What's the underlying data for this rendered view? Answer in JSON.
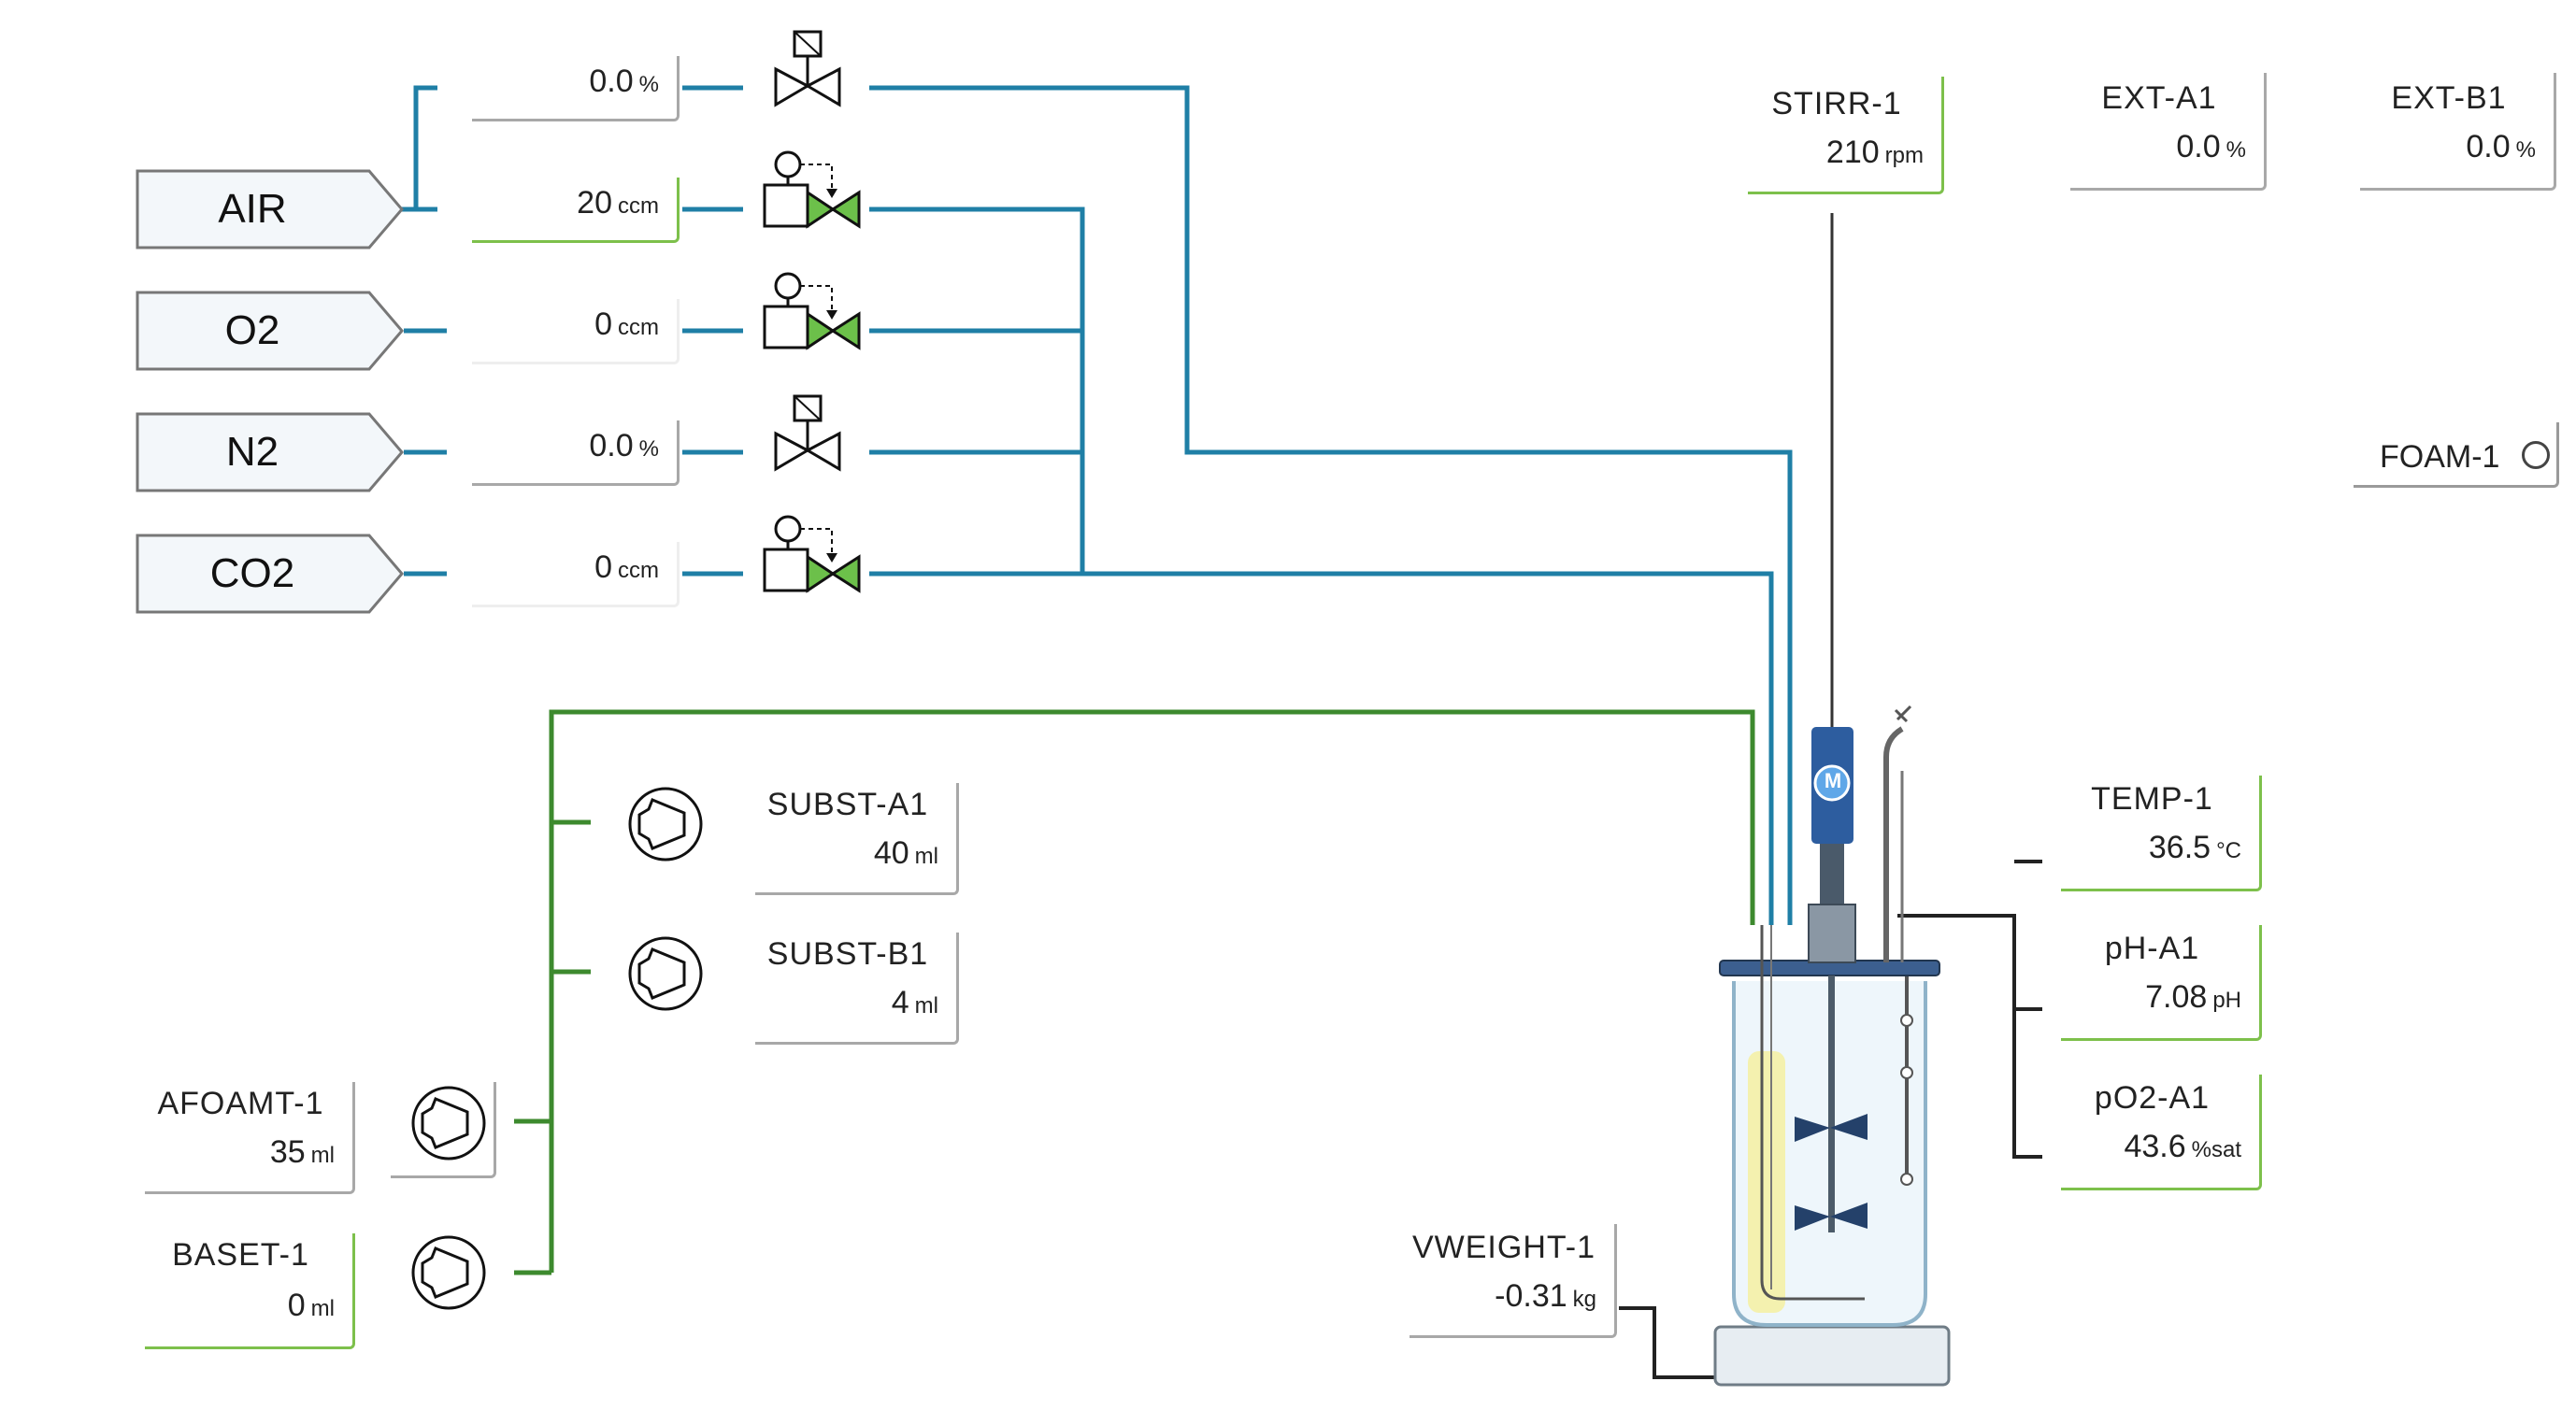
{
  "gas_sources": [
    {
      "id": "air",
      "label": "AIR"
    },
    {
      "id": "o2",
      "label": "O2"
    },
    {
      "id": "n2",
      "label": "N2"
    },
    {
      "id": "co2",
      "label": "CO2"
    }
  ],
  "gas_readouts": [
    {
      "value": "0.0",
      "unit": "%"
    },
    {
      "value": "20",
      "unit": "ccm"
    },
    {
      "value": "0",
      "unit": "ccm"
    },
    {
      "value": "0.0",
      "unit": "%"
    },
    {
      "value": "0",
      "unit": "ccm"
    }
  ],
  "stirrer": {
    "title": "STIRR-1",
    "value": "210",
    "unit": "rpm"
  },
  "ext_a1": {
    "title": "EXT-A1",
    "value": "0.0",
    "unit": "%"
  },
  "ext_b1": {
    "title": "EXT-B1",
    "value": "0.0",
    "unit": "%"
  },
  "foam": {
    "title": "FOAM-1"
  },
  "subst_a1": {
    "title": "SUBST-A1",
    "value": "40",
    "unit": "ml"
  },
  "subst_b1": {
    "title": "SUBST-B1",
    "value": "4",
    "unit": "ml"
  },
  "afoamt": {
    "title": "AFOAMT-1",
    "value": "35",
    "unit": "ml"
  },
  "baset": {
    "title": "BASET-1",
    "value": "0",
    "unit": "ml"
  },
  "temp": {
    "title": "TEMP-1",
    "value": "36.5",
    "unit": "°C"
  },
  "ph": {
    "title": "pH-A1",
    "value": "7.08",
    "unit": "pH"
  },
  "po2": {
    "title": "pO2-A1",
    "value": "43.6",
    "unit": "%sat"
  },
  "vweight": {
    "title": "VWEIGHT-1",
    "value": "-0.31",
    "unit": "kg"
  },
  "motor": {
    "label": "M"
  },
  "colors": {
    "gas_line": "#1f7fa6",
    "liquid_line": "#3d8a2e",
    "active_green": "#6cc04a",
    "box_green": "#7dc04b",
    "box_gray": "#9a9a9a"
  },
  "icons": [
    "solenoid-valve-icon",
    "mass-flow-valve-icon",
    "pump-icon",
    "motor-icon",
    "vessel-icon"
  ]
}
